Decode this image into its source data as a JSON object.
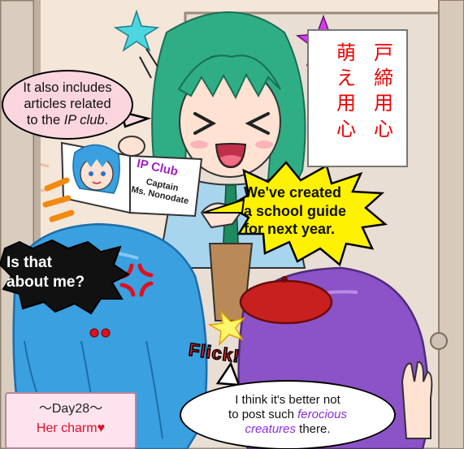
{
  "speech": {
    "pink": {
      "line1": "It also includes",
      "line2": "articles related",
      "line3_pre": "to the ",
      "line3_em": "IP club",
      "line3_post": "."
    },
    "yellow": {
      "line1": "We've created",
      "line2": "a school guide",
      "line3": "for next year."
    },
    "black": {
      "line1": "Is that",
      "line2": "about me?"
    },
    "white": {
      "line1": "I think it's better not",
      "line2_pre": "to post such ",
      "line2_em": "ferocious",
      "line3_em": "creatures",
      "line3_post": " there."
    }
  },
  "book": {
    "title": "IP Club",
    "caption1": "Captain",
    "caption2": "Ms. Nonodate"
  },
  "sign": {
    "col_right": [
      "戸",
      "締",
      "用",
      "心"
    ],
    "col_left": [
      "萌",
      "え",
      "用",
      "心"
    ]
  },
  "sfx": {
    "flick": "Flick!"
  },
  "episode": {
    "day": "〜Day28〜",
    "title": "Her charm",
    "heart": "♥"
  },
  "colors": {
    "green_hair": "#2fae86",
    "blue_hair": "#3aa0e0",
    "purple_hair": "#8c52c8",
    "beret": "#c8201e",
    "yellow_bubble": "#fff200",
    "pink_bubble": "#fbd6df",
    "sign_text": "#e00000",
    "book_title": "#a020c0"
  }
}
